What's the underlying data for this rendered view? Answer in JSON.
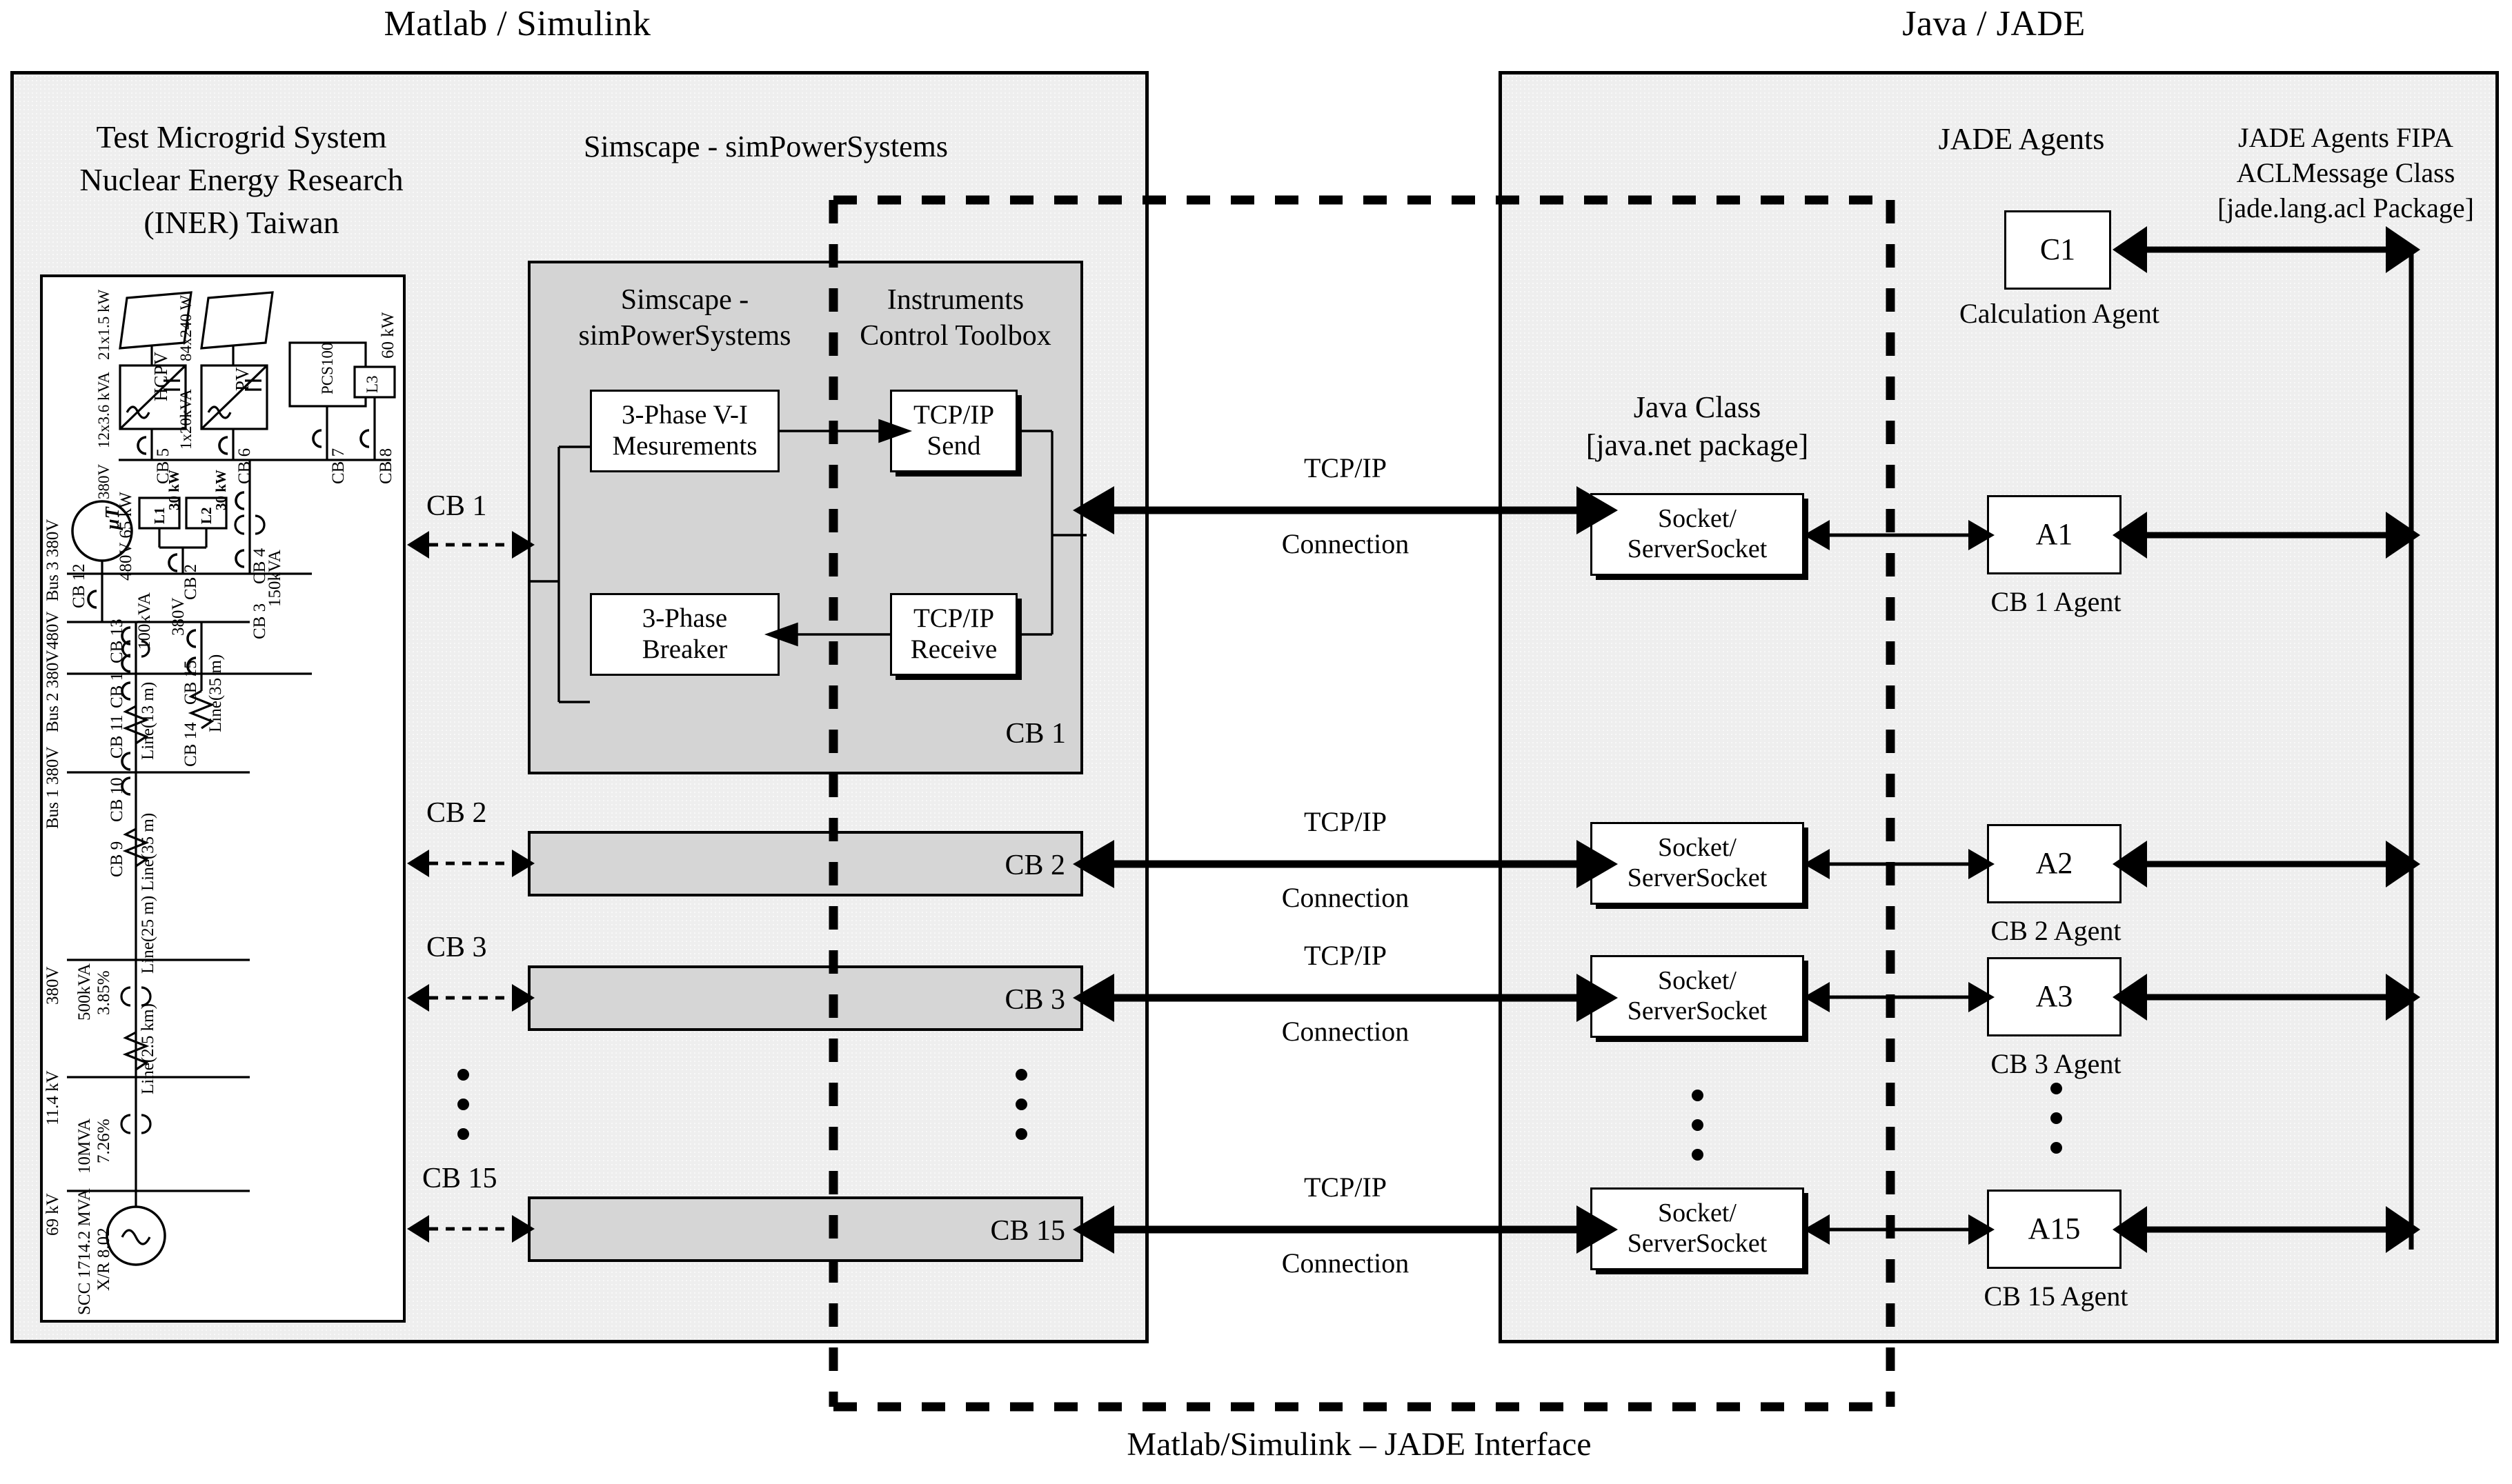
{
  "headings": {
    "left": "Matlab / Simulink",
    "right": "Java / JADE",
    "bottom": "Matlab/Simulink – JADE Interface"
  },
  "left_panel": {
    "title_line1": "Test Microgrid System",
    "title_line2": "Nuclear Energy Research",
    "title_line3": "(INER) Taiwan",
    "simscape_label": "Simscape - simPowerSystems",
    "circuit": {
      "sources": [
        {
          "name": "HCPV",
          "rating": "21x1.5 kW",
          "inverter": "12x3.6 kVA",
          "breaker": "CB 5"
        },
        {
          "name": "PV",
          "rating": "84x240 W",
          "inverter": "1x20kVA",
          "breaker": "CB 6"
        }
      ],
      "pcs": {
        "name": "PCS100",
        "breaker": "CB 7"
      },
      "loads": [
        {
          "name": "L1",
          "rating": "30 kW"
        },
        {
          "name": "L2",
          "rating": "30 kW"
        },
        {
          "name": "L3",
          "rating": "60 kW",
          "breaker": "CB 8"
        }
      ],
      "microturbine": {
        "symbol": "μT",
        "rating": "480V 65 kW",
        "breaker": "CB 12"
      },
      "buses": [
        {
          "label": "69 kV"
        },
        {
          "label": "11.4 kV"
        },
        {
          "label": "380V"
        },
        {
          "label": "Bus 3 380V"
        },
        {
          "label": "Bus 2 380V"
        },
        {
          "label": "Bus 1 380V"
        },
        {
          "label": "480V"
        },
        {
          "label": "380V"
        }
      ],
      "grid_source": {
        "scc": "SCC 1714.2 MVA",
        "xr": "X/R 8.02"
      },
      "transformers": [
        {
          "rating": "10MVA",
          "impedance": "7.26%"
        },
        {
          "rating": "500kVA",
          "impedance": "3.85%"
        },
        {
          "rating": "100kVA"
        },
        {
          "rating": "150kVA"
        }
      ],
      "lines": [
        "Line(2.5 km)",
        "Line(25 m)",
        "Line(25 m)",
        "Line(13 m)",
        "Line(35 m)",
        "Line(35 m)"
      ],
      "breakers": [
        "CB 1",
        "CB 2",
        "CB 3",
        "CB 4",
        "CB 5",
        "CB 6",
        "CB 7",
        "CB 8",
        "CB 9",
        "CB 10",
        "CB 11",
        "CB 12",
        "CB 13",
        "CB 14",
        "CB 15"
      ]
    }
  },
  "center_panel": {
    "cb1_block": {
      "left_title_line1": "Simscape -",
      "left_title_line2": "simPowerSystems",
      "right_title_line1": "Instruments",
      "right_title_line2": "Control Toolbox",
      "blocks": [
        {
          "id": "vi-measure",
          "line1": "3-Phase V-I",
          "line2": "Mesurements"
        },
        {
          "id": "tcp-send",
          "line1": "TCP/IP",
          "line2": "Send"
        },
        {
          "id": "breaker",
          "line1": "3-Phase",
          "line2": "Breaker"
        },
        {
          "id": "tcp-receive",
          "line1": "TCP/IP",
          "line2": "Receive"
        }
      ],
      "corner_label": "CB 1"
    },
    "rows": [
      {
        "side_label": "CB 1",
        "strip_label": "CB 1"
      },
      {
        "side_label": "CB 2",
        "strip_label": "CB 2"
      },
      {
        "side_label": "CB 3",
        "strip_label": "CB 3"
      },
      {
        "side_label": "CB 15",
        "strip_label": "CB 15"
      }
    ]
  },
  "connections": {
    "tcpip_line1": "TCP/IP",
    "tcpip_line2": "Connection",
    "count": 4
  },
  "right_panel": {
    "jade_agents_label": "JADE Agents",
    "fipa_label_line1": "JADE Agents FIPA",
    "fipa_label_line2": "ACLMessage Class",
    "fipa_label_line3": "[jade.lang.acl Package]",
    "java_class_line1": "Java Class",
    "java_class_line2": "[java.net package]",
    "socket_line1": "Socket/",
    "socket_line2": "ServerSocket",
    "calculation_agent": {
      "box": "C1",
      "caption": "Calculation Agent"
    },
    "agents": [
      {
        "box": "A1",
        "caption": "CB 1 Agent"
      },
      {
        "box": "A2",
        "caption": "CB 2 Agent"
      },
      {
        "box": "A3",
        "caption": "CB 3 Agent"
      },
      {
        "box": "A15",
        "caption": "CB 15 Agent"
      }
    ]
  },
  "colors": {
    "panel_fill": "#eeeeee",
    "grey_block": "#d4d4d4",
    "line": "#000000",
    "white": "#ffffff"
  }
}
